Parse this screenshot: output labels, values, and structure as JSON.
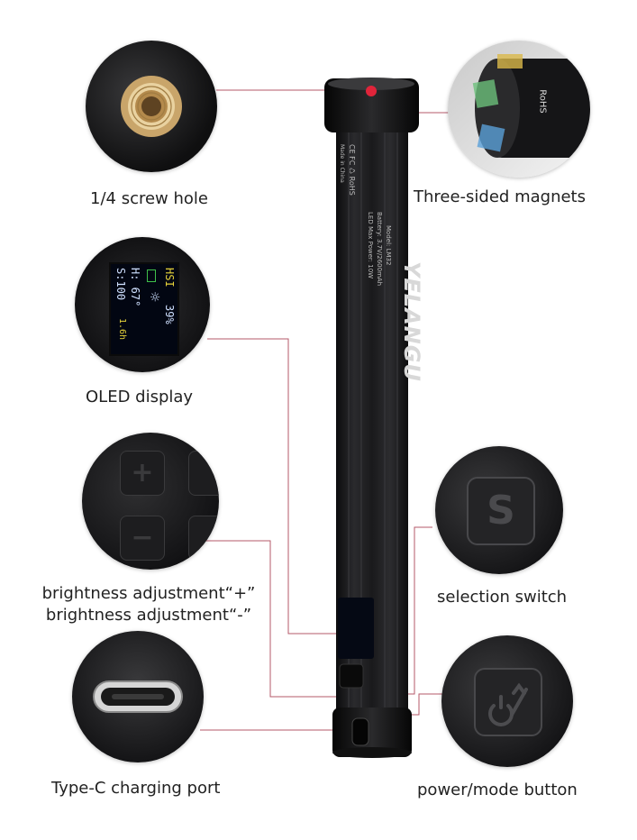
{
  "product": {
    "brand": "YELANGU",
    "model_line": "Model: LM32",
    "battery_line": "Battery: 3.7V/2600mAh",
    "power_line": "LED Max Power: 10W",
    "cert_line": "CE FC ♺ RoHS",
    "made_in": "Made in China",
    "cert_mark": "RoHS"
  },
  "callouts": {
    "screw_hole": "1/4 screw hole",
    "magnets": "Three-sided magnets",
    "oled": "OLED display",
    "brightness_plus": "brightness adjustment“+”",
    "brightness_minus": "brightness adjustment“-”",
    "selection": "selection switch",
    "typec": "Type-C charging port",
    "power": "power/mode button"
  },
  "oled_screen": {
    "mode": "HSI",
    "brightness": "39%",
    "hue": "H: 67°",
    "saturation": "S:100",
    "runtime": "1.6h"
  },
  "buttons": {
    "selection_glyph": "S"
  },
  "colors": {
    "leader_line": "#b4586a",
    "body_dark": "#1c1c1e",
    "accent_red": "#e0243a",
    "oled_blue": "#cfe0ff",
    "oled_yellow": "#e6d23a",
    "oled_green": "#3fc04a"
  }
}
